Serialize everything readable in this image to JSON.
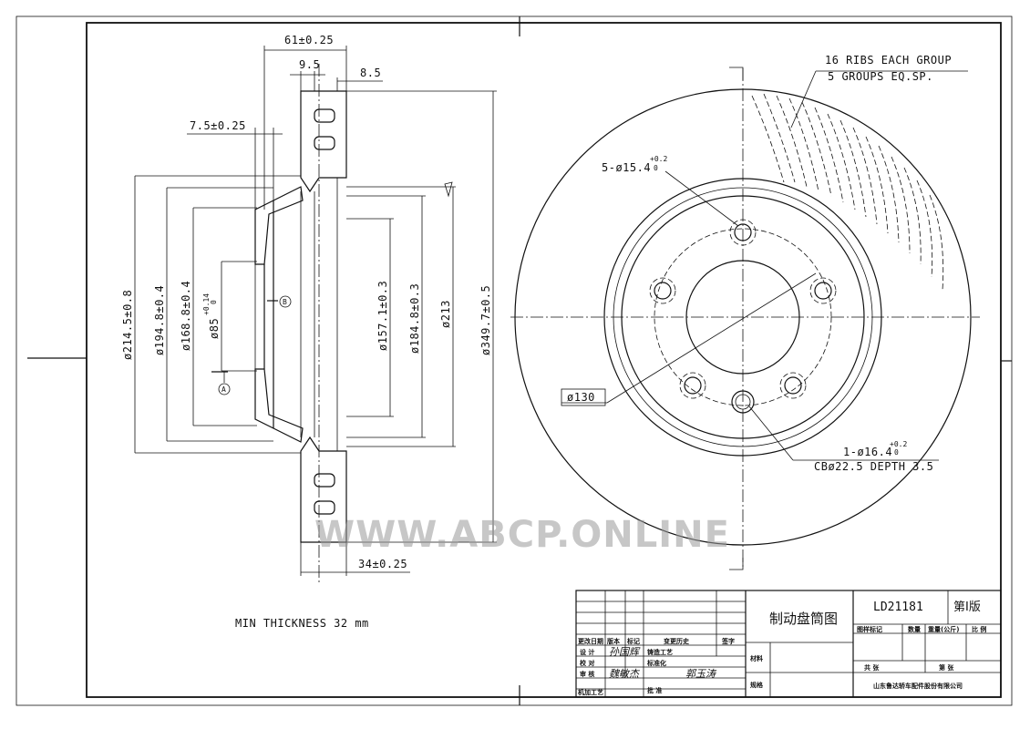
{
  "watermark": "WWW.ABCP.ONLINE",
  "note": "MIN THICKNESS 32 mm",
  "section_view": {
    "dims": {
      "overall_width": "61±0.25",
      "wall_left": "9.5",
      "wall_right": "8.5",
      "hat_offset": "7.5±0.25",
      "hub_depth": "34±0.25",
      "d_214_5": "ø214.5±0.8",
      "d_194_8": "ø194.8±0.4",
      "d_168_8": "ø168.8±0.4",
      "d_85": "ø85",
      "d_85_tol_upper": "+0.14",
      "d_85_tol_lower": "0",
      "d_157_1": "ø157.1±0.3",
      "d_184_8": "ø184.8±0.3",
      "d_213": "ø213",
      "d_349_7": "ø349.7±0.5"
    },
    "datum_a": "A",
    "datum_b": "B"
  },
  "front_view": {
    "ribs_note_line1": "16 RIBS EACH GROUP",
    "ribs_note_line2": "5 GROUPS EQ.SP.",
    "bolt_holes": "5-ø15.4",
    "bolt_tol_upper": "+0.2",
    "bolt_tol_lower": "0",
    "pcd": "ø130",
    "pin_hole": "1-ø16.4",
    "pin_tol_upper": "+0.2",
    "pin_tol_lower": "0",
    "counterbore": "CBø22.5 DEPTH 3.5"
  },
  "title_block": {
    "title": "制动盘筒图",
    "part_number": "LD21181",
    "edition": "第Ⅰ版",
    "hdr_mark": "图样标记",
    "hdr_qty": "数量",
    "hdr_weight": "重量(公斤)",
    "hdr_scale": "比 例",
    "total_sheets": "共      张",
    "sheet_no": "第      张",
    "material_label": "材料",
    "spec_label": "规格",
    "company": "山东鲁达轿车配件股份有限公司",
    "rev_headers": [
      "更改日期",
      "版本",
      "标记",
      "变更历史",
      "签字"
    ],
    "row_design": "设 计",
    "row_check": "校 对",
    "row_review": "审 核",
    "row_process": "机加工艺",
    "casting_process": "铸造工艺",
    "std_label": "标准化",
    "approve_label": "批 准",
    "sig_design": "孙国辉",
    "sig_check": "魏敏杰",
    "sig_std": "郭玉涛"
  }
}
